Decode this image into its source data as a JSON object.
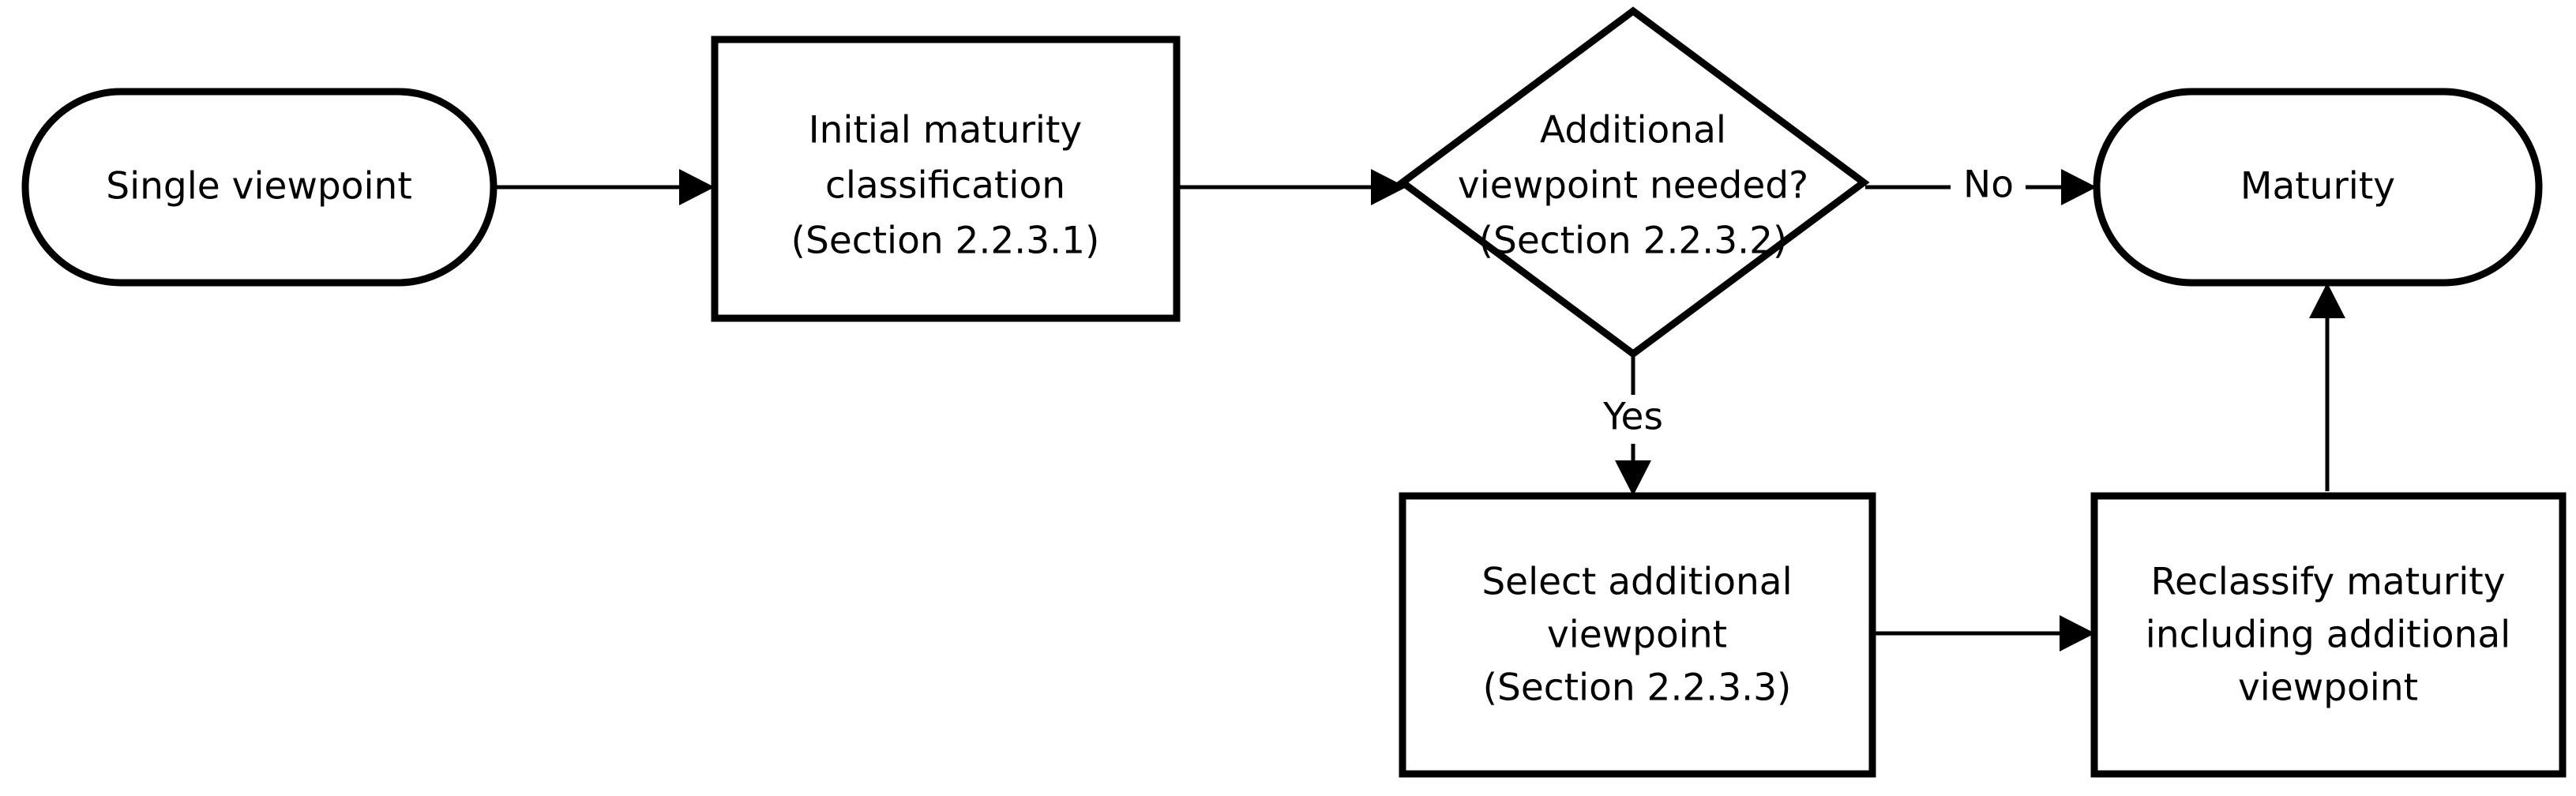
{
  "diagram": {
    "type": "flowchart",
    "orientation": "left-to-right",
    "background_color": "#ffffff",
    "line_color": "#000000",
    "text_color": "#000000",
    "nodes": [
      {
        "id": "single-viewpoint",
        "shape": "stadium",
        "lines": [
          "Single viewpoint"
        ],
        "line1": "Single viewpoint"
      },
      {
        "id": "initial-classification",
        "shape": "rectangle",
        "lines": [
          "Initial maturity",
          "classification",
          "(Section 2.2.3.1)"
        ],
        "line1": "Initial maturity",
        "line2": "classification",
        "line3": "(Section 2.2.3.1)"
      },
      {
        "id": "additional-viewpoint-decision",
        "shape": "diamond",
        "lines": [
          "Additional",
          "viewpoint needed?",
          "(Section 2.2.3.2)"
        ],
        "line1": "Additional",
        "line2": "viewpoint needed?",
        "line3": "(Section 2.2.3.2)"
      },
      {
        "id": "maturity",
        "shape": "stadium",
        "lines": [
          "Maturity"
        ],
        "line1": "Maturity"
      },
      {
        "id": "select-additional-viewpoint",
        "shape": "rectangle",
        "lines": [
          "Select additional",
          "viewpoint",
          "(Section 2.2.3.3)"
        ],
        "line1": "Select additional",
        "line2": "viewpoint",
        "line3": "(Section 2.2.3.3)"
      },
      {
        "id": "reclassify-maturity",
        "shape": "rectangle",
        "lines": [
          "Reclassify maturity",
          "including additional",
          "viewpoint"
        ],
        "line1": "Reclassify maturity",
        "line2": "including additional",
        "line3": "viewpoint"
      }
    ],
    "edges": [
      {
        "id": "e1",
        "from": "single-viewpoint",
        "to": "initial-classification",
        "label": ""
      },
      {
        "id": "e2",
        "from": "initial-classification",
        "to": "additional-viewpoint-decision",
        "label": ""
      },
      {
        "id": "e3",
        "from": "additional-viewpoint-decision",
        "to": "maturity",
        "label": "No"
      },
      {
        "id": "e4",
        "from": "additional-viewpoint-decision",
        "to": "select-additional-viewpoint",
        "label": "Yes"
      },
      {
        "id": "e5",
        "from": "select-additional-viewpoint",
        "to": "reclassify-maturity",
        "label": ""
      },
      {
        "id": "e6",
        "from": "reclassify-maturity",
        "to": "maturity",
        "label": ""
      }
    ],
    "edge_labels": {
      "no": "No",
      "yes": "Yes"
    }
  }
}
